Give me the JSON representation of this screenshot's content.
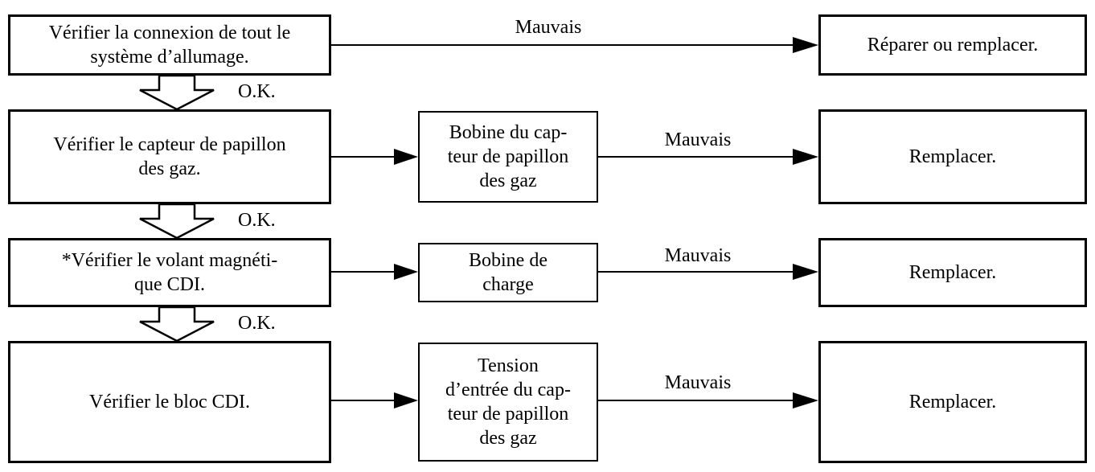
{
  "diagram": {
    "steps": [
      "Vérifier la connexion de tout le\nsystème d’allumage.",
      "Vérifier le capteur de papillon\ndes gaz.",
      "*Vérifier le volant magnéti-\nque CDI.",
      "Vérifier le bloc CDI."
    ],
    "checks": [
      "Bobine du cap-\nteur de papillon\ndes gaz",
      "Bobine de\ncharge",
      "Tension\nd’entrée du cap-\nteur de papillon\ndes gaz"
    ],
    "actions": [
      "Réparer ou remplacer.",
      "Remplacer.",
      "Remplacer.",
      "Remplacer."
    ],
    "ok_label": "O.K.",
    "bad_label": "Mauvais"
  }
}
